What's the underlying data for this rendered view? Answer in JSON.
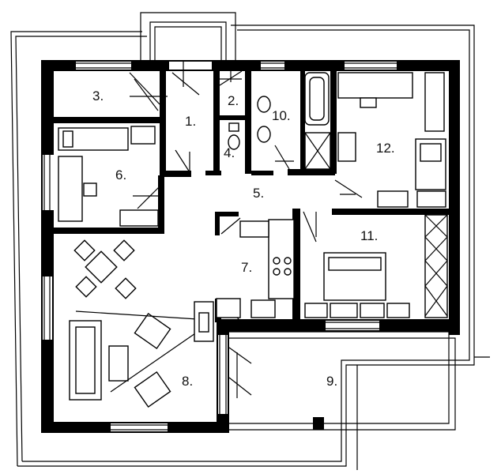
{
  "plan": {
    "colors": {
      "wall": "#000000",
      "line": "#000000",
      "background": "#ffffff"
    },
    "rooms": [
      {
        "id": "r1",
        "label": "1."
      },
      {
        "id": "r2",
        "label": "2."
      },
      {
        "id": "r3",
        "label": "3."
      },
      {
        "id": "r4",
        "label": "4."
      },
      {
        "id": "r5",
        "label": "5."
      },
      {
        "id": "r6",
        "label": "6."
      },
      {
        "id": "r7",
        "label": "7."
      },
      {
        "id": "r8",
        "label": "8."
      },
      {
        "id": "r9",
        "label": "9."
      },
      {
        "id": "r10",
        "label": "10."
      },
      {
        "id": "r11",
        "label": "11."
      },
      {
        "id": "r12",
        "label": "12."
      }
    ]
  }
}
